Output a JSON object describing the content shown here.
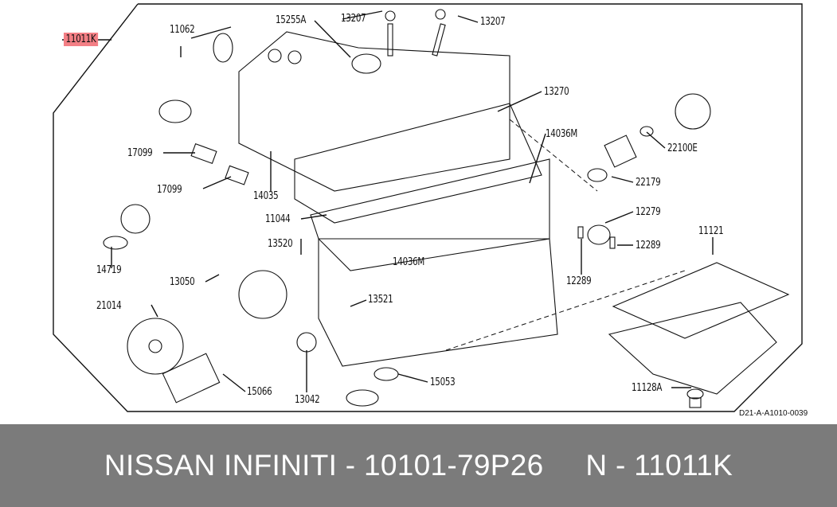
{
  "highlighted_part": "11011K",
  "labels": [
    {
      "id": "11011K",
      "text": "11011K"
    },
    {
      "id": "11062",
      "text": "11062"
    },
    {
      "id": "15255A",
      "text": "15255A"
    },
    {
      "id": "13207a",
      "text": "13207"
    },
    {
      "id": "13207b",
      "text": "13207"
    },
    {
      "id": "13270",
      "text": "13270"
    },
    {
      "id": "14036M_top",
      "text": "14036M"
    },
    {
      "id": "22100E",
      "text": "22100E"
    },
    {
      "id": "22179",
      "text": "22179"
    },
    {
      "id": "17099a",
      "text": "17099"
    },
    {
      "id": "17099b",
      "text": "17099"
    },
    {
      "id": "14035",
      "text": "14035"
    },
    {
      "id": "11044",
      "text": "11044"
    },
    {
      "id": "12279",
      "text": "12279"
    },
    {
      "id": "11121",
      "text": "11121"
    },
    {
      "id": "12289a",
      "text": "12289"
    },
    {
      "id": "12289b",
      "text": "12289"
    },
    {
      "id": "14719",
      "text": "14719"
    },
    {
      "id": "13520",
      "text": "13520"
    },
    {
      "id": "14036M_bot",
      "text": "14036M"
    },
    {
      "id": "13050",
      "text": "13050"
    },
    {
      "id": "13521",
      "text": "13521"
    },
    {
      "id": "21014",
      "text": "21014"
    },
    {
      "id": "15053",
      "text": "15053"
    },
    {
      "id": "15066",
      "text": "15066"
    },
    {
      "id": "13042",
      "text": "13042"
    },
    {
      "id": "11128A",
      "text": "11128A"
    }
  ],
  "drawing_code": "D21-A-A1010-0039",
  "banner": {
    "text": "NISSAN INFINITI - 10101-79P26     N - 11011K"
  },
  "colors": {
    "highlight": "#f37f85",
    "banner": "#7b7b7b"
  }
}
